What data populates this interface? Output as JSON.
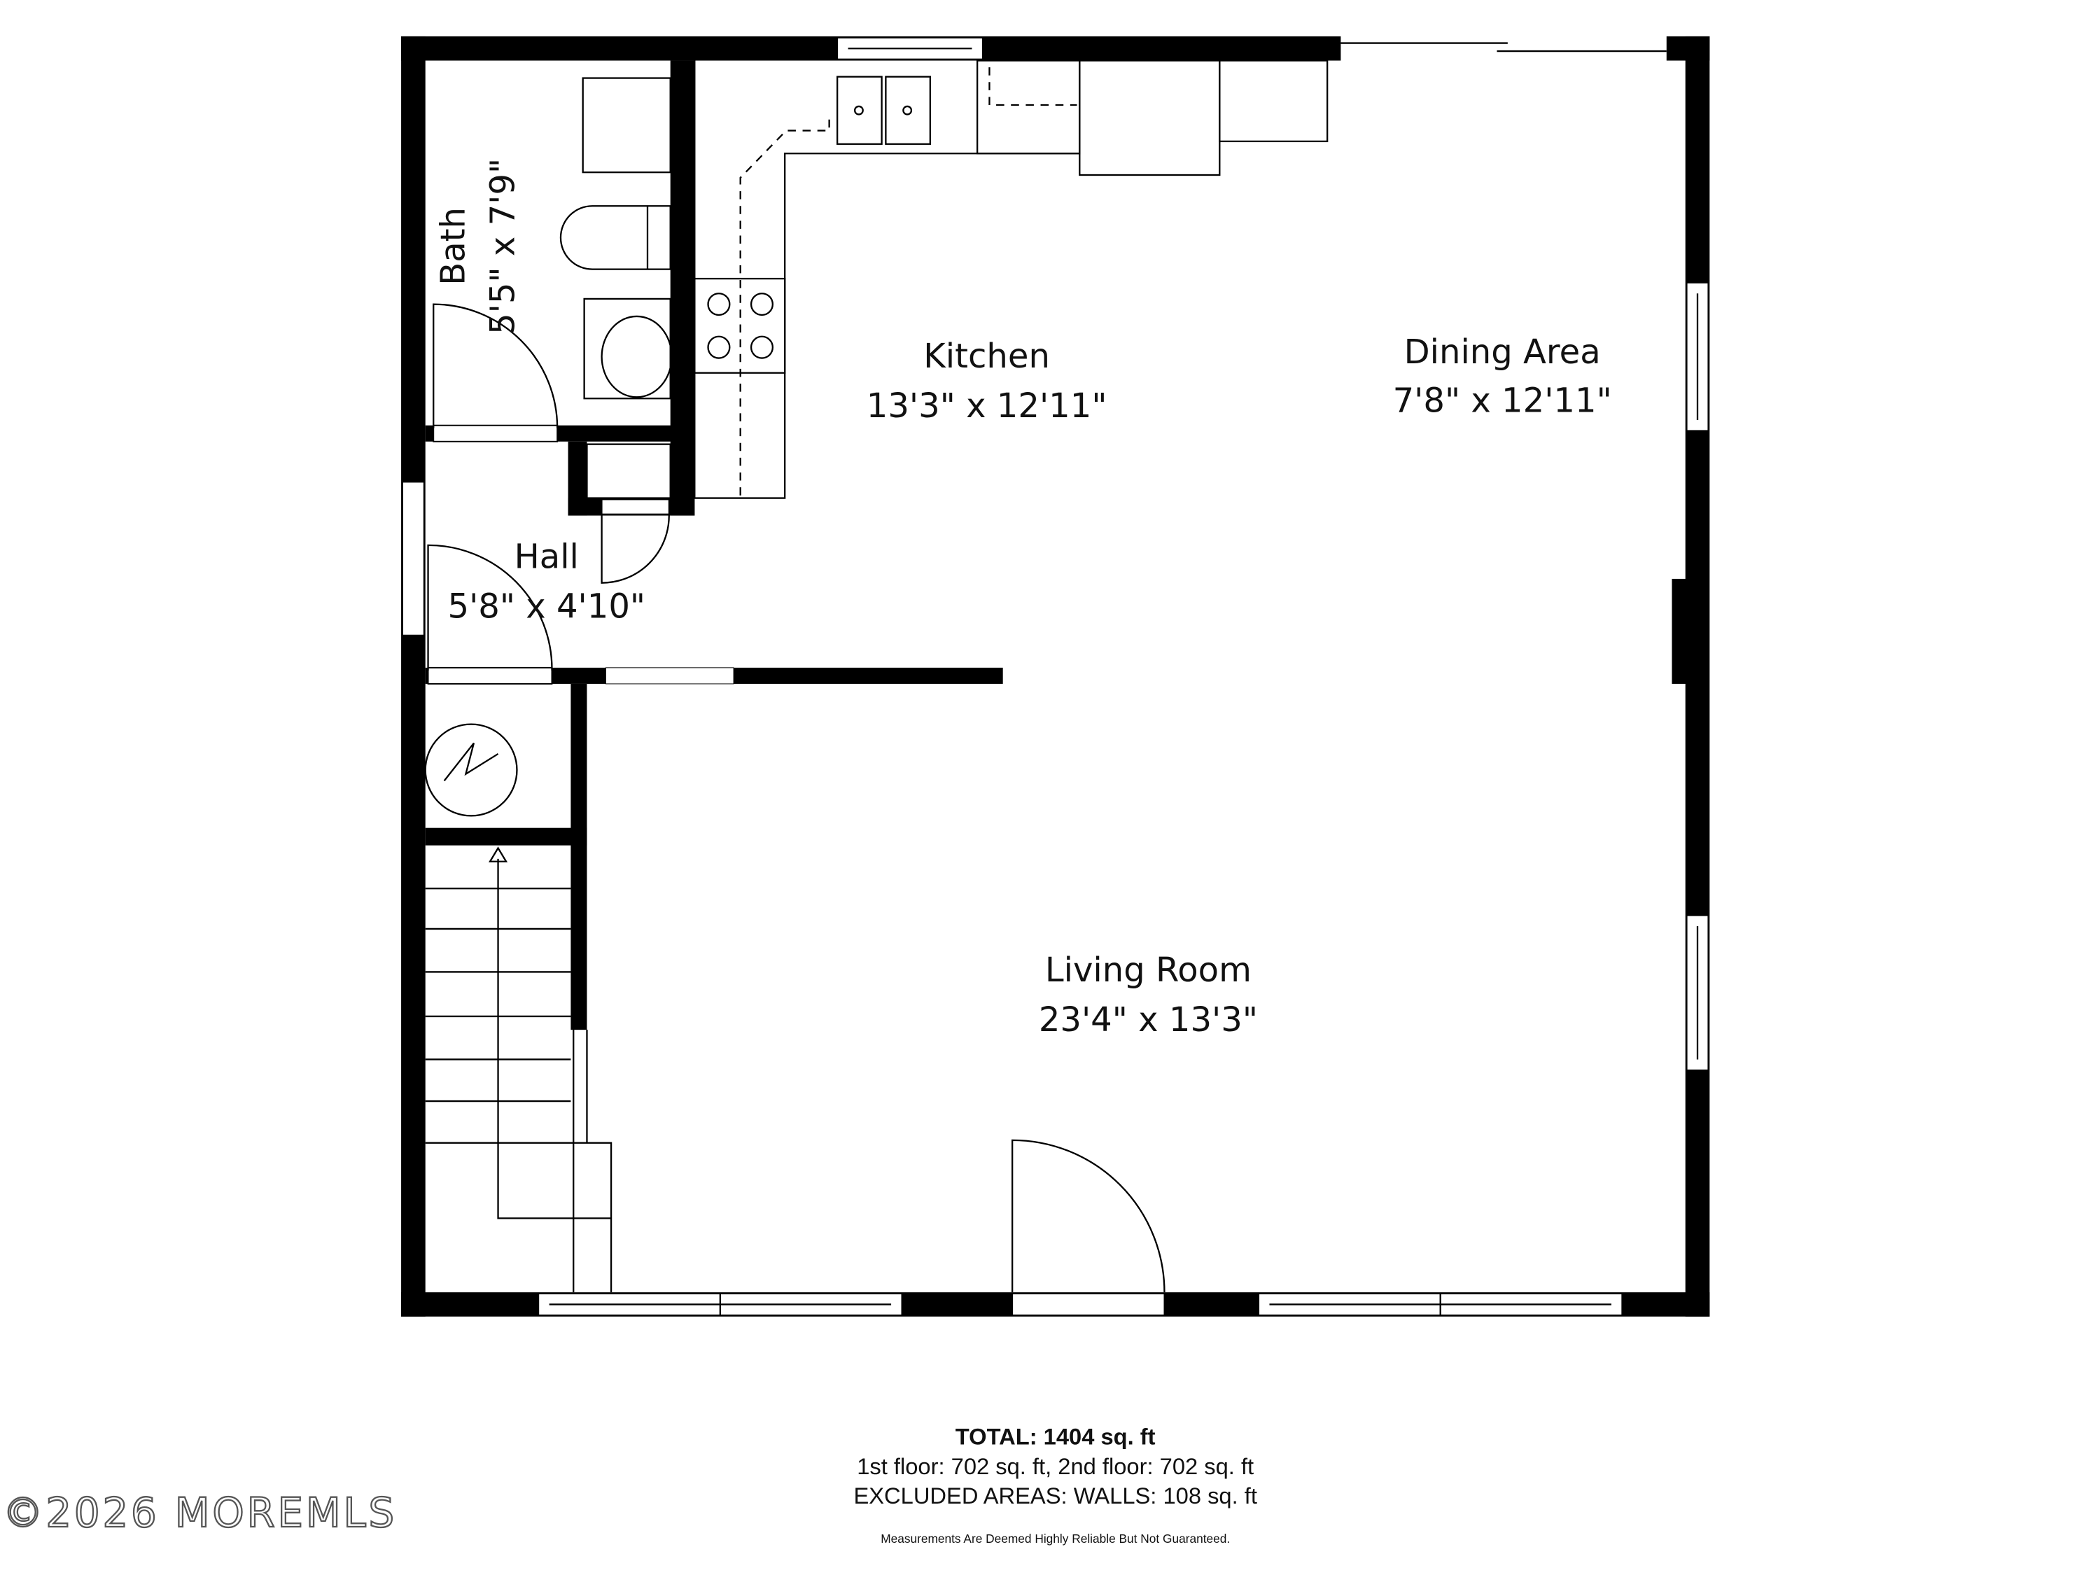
{
  "rooms": [
    {
      "name": "Kitchen",
      "dims": "13'3\" x 12'11\""
    },
    {
      "name": "Dining Area",
      "dims": "7'8\" x 12'11\""
    },
    {
      "name": "Bath",
      "dims": "5'5\" x 7'9\""
    },
    {
      "name": "Hall",
      "dims": "5'8\" x 4'10\""
    },
    {
      "name": "Living Room",
      "dims": "23'4\" x 13'3\""
    }
  ],
  "summary": {
    "total": "TOTAL: 1404 sq. ft",
    "floors": "1st floor: 702 sq. ft, 2nd floor: 702 sq. ft",
    "excluded": "EXCLUDED AREAS: WALLS: 108 sq. ft",
    "disclaimer": "Measurements Are Deemed Highly Reliable But Not Guaranteed."
  },
  "watermark": "©2026 MOREMLS"
}
